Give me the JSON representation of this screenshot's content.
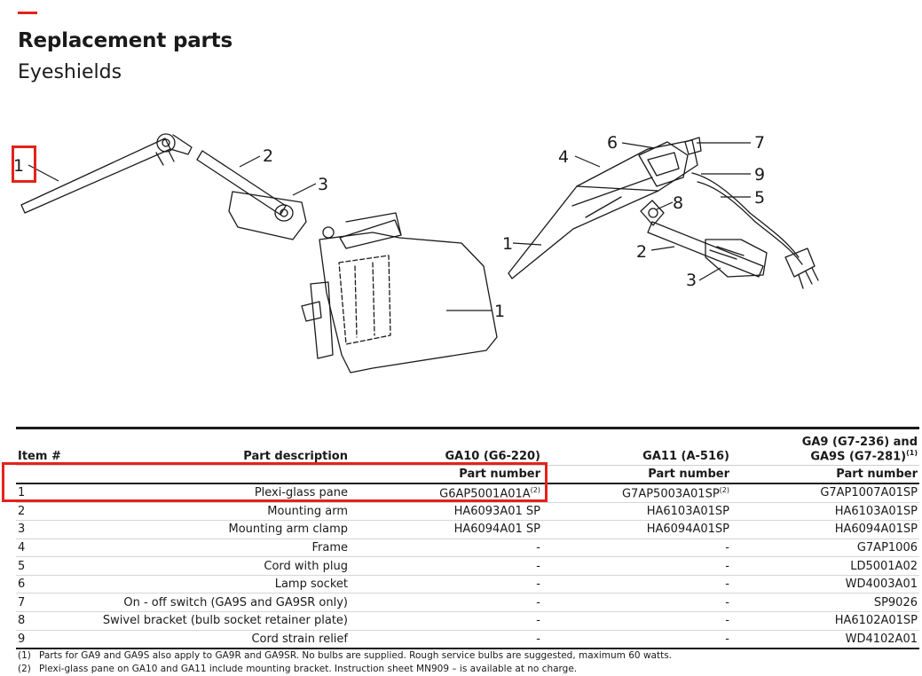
{
  "header": {
    "title": "Replacement parts",
    "subtitle": "Eyeshields"
  },
  "callouts": {
    "left": [
      "1",
      "2",
      "3",
      "1"
    ],
    "right": [
      "6",
      "7",
      "4",
      "9",
      "5",
      "8",
      "1",
      "2",
      "3"
    ]
  },
  "table": {
    "col_item": "Item #",
    "col_description": "Part description",
    "models": [
      {
        "line1": "GA10 (G6-220)",
        "line2": "",
        "sub": "Part number"
      },
      {
        "line1": "GA11 (A-516)",
        "line2": "",
        "sub": "Part number"
      },
      {
        "line1": "GA9 (G7-236) and",
        "line2": "GA9S (G7-281)",
        "line2_sup": "(1)",
        "sub": "Part number"
      }
    ],
    "rows": [
      {
        "item": "1",
        "desc": "Plexi-glass pane",
        "ga10": "G6AP5001A01A",
        "ga10_sup": "(2)",
        "ga11": "G7AP5003A01SP",
        "ga11_sup": "(2)",
        "ga9": "G7AP1007A01SP"
      },
      {
        "item": "2",
        "desc": "Mounting arm",
        "ga10": "HA6093A01 SP",
        "ga11": "HA6103A01SP",
        "ga9": "HA6103A01SP"
      },
      {
        "item": "3",
        "desc": "Mounting arm clamp",
        "ga10": "HA6094A01 SP",
        "ga11": "HA6094A01SP",
        "ga9": "HA6094A01SP"
      },
      {
        "item": "4",
        "desc": "Frame",
        "ga10": "-",
        "ga11": "-",
        "ga9": "G7AP1006"
      },
      {
        "item": "5",
        "desc": "Cord with plug",
        "ga10": "-",
        "ga11": "-",
        "ga9": "LD5001A02"
      },
      {
        "item": "6",
        "desc": "Lamp socket",
        "ga10": "-",
        "ga11": "-",
        "ga9": "WD4003A01"
      },
      {
        "item": "7",
        "desc": "On - off switch (GA9S and GA9SR only)",
        "ga10": "-",
        "ga11": "-",
        "ga9": "SP9026"
      },
      {
        "item": "8",
        "desc": "Swivel bracket (bulb socket retainer plate)",
        "ga10": "-",
        "ga11": "-",
        "ga9": "HA6102A01SP"
      },
      {
        "item": "9",
        "desc": "Cord strain relief",
        "ga10": "-",
        "ga11": "-",
        "ga9": "WD4102A01"
      }
    ]
  },
  "notes": [
    {
      "num": "(1)",
      "text": "Parts for GA9 and GA9S also apply to GA9R and GA9SR. No bulbs are supplied. Rough service bulbs are suggested, maximum 60 watts."
    },
    {
      "num": "(2)",
      "text": "Plexi-glass pane on GA10 and GA11 include mounting bracket. Instruction sheet MN909 – is available at no charge."
    }
  ],
  "colors": {
    "accent": "#e2231a",
    "text": "#1a1a1a"
  }
}
